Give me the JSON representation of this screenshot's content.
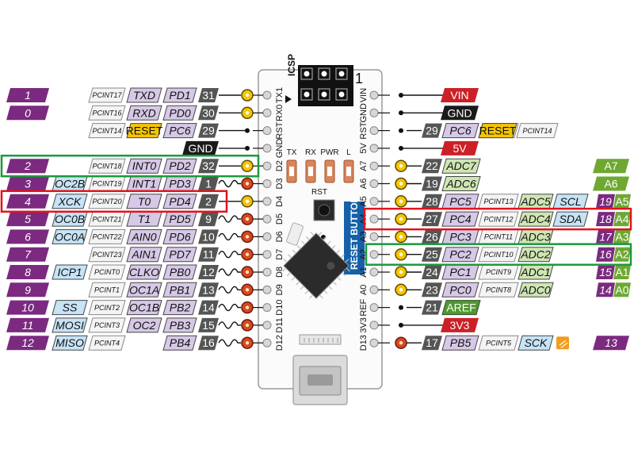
{
  "board": {
    "icsp": "ICSP",
    "icsp_pin1": "1",
    "reset_button": "RESET BUTTON",
    "rst": "RST",
    "leds": [
      "TX",
      "RX",
      "PWR",
      "L"
    ],
    "left_header": [
      "TX1",
      "RX0",
      "RST",
      "GND",
      "D2",
      "D3",
      "D4",
      "D5",
      "D6",
      "D7",
      "D8",
      "D9",
      "D10",
      "D11",
      "D12"
    ],
    "right_header": [
      "VIN",
      "GND",
      "RST",
      "5V",
      "A7",
      "A6",
      "A5",
      "A4",
      "A3",
      "A2",
      "A1",
      "A0",
      "REF",
      "3V3",
      "D13"
    ]
  },
  "left_rows": [
    {
      "num": "1",
      "fn": "",
      "pcint": "PCINT17",
      "alt": "TXD",
      "port": "PD1",
      "pin": "31",
      "cap": "yellow"
    },
    {
      "num": "0",
      "fn": "",
      "pcint": "PCINT16",
      "alt": "RXD",
      "port": "PD0",
      "pin": "30",
      "cap": "yellow"
    },
    {
      "num": "",
      "fn": "",
      "pcint": "PCINT14",
      "alt": "RESET",
      "port": "PC6",
      "pin": "29",
      "cap": "none"
    },
    {
      "num": "",
      "fn": "",
      "pcint": "",
      "alt": "",
      "port": "GND",
      "pin": "",
      "cap": "none"
    },
    {
      "num": "2",
      "fn": "",
      "pcint": "PCINT18",
      "alt": "INT0",
      "port": "PD2",
      "pin": "32",
      "cap": "yellow"
    },
    {
      "num": "3",
      "fn": "OC2B",
      "pcint": "PCINT19",
      "alt": "INT1",
      "port": "PD3",
      "pin": "1",
      "cap": "orange"
    },
    {
      "num": "4",
      "fn": "XCK",
      "pcint": "PCINT20",
      "alt": "T0",
      "port": "PD4",
      "pin": "2",
      "cap": "yellow"
    },
    {
      "num": "5",
      "fn": "OC0B",
      "pcint": "PCINT21",
      "alt": "T1",
      "port": "PD5",
      "pin": "9",
      "cap": "orange"
    },
    {
      "num": "6",
      "fn": "OC0A",
      "pcint": "PCINT22",
      "alt": "AIN0",
      "port": "PD6",
      "pin": "10",
      "cap": "orange"
    },
    {
      "num": "7",
      "fn": "",
      "pcint": "PCINT23",
      "alt": "AIN1",
      "port": "PD7",
      "pin": "11",
      "cap": "orange"
    },
    {
      "num": "8",
      "fn": "ICP1",
      "pcint": "PCINT0",
      "alt": "CLKO",
      "port": "PB0",
      "pin": "12",
      "cap": "orange"
    },
    {
      "num": "9",
      "fn": "",
      "pcint": "PCINT1",
      "alt": "OC1A",
      "port": "PB1",
      "pin": "13",
      "cap": "orange"
    },
    {
      "num": "10",
      "fn": "SS",
      "pcint": "PCINT2",
      "alt": "OC1B",
      "port": "PB2",
      "pin": "14",
      "cap": "orange"
    },
    {
      "num": "11",
      "fn": "MOSI",
      "pcint": "PCINT3",
      "alt": "OC2",
      "port": "PB3",
      "pin": "15",
      "cap": "orange"
    },
    {
      "num": "12",
      "fn": "MISO",
      "pcint": "PCINT4",
      "alt": "",
      "port": "PB4",
      "pin": "16",
      "cap": "orange"
    }
  ],
  "right_rows": [
    {
      "pin": "",
      "port": "VIN",
      "pcint": "",
      "adc": "",
      "extra": "",
      "adtag": "",
      "num": "",
      "cap": "none"
    },
    {
      "pin": "",
      "port": "GND",
      "pcint": "",
      "adc": "",
      "extra": "",
      "adtag": "",
      "num": "",
      "cap": "none"
    },
    {
      "pin": "29",
      "port": "PC6",
      "pcint": "PCINT14",
      "adc": "RESET",
      "extra": "",
      "adtag": "",
      "num": "",
      "cap": "none"
    },
    {
      "pin": "",
      "port": "5V",
      "pcint": "",
      "adc": "",
      "extra": "",
      "adtag": "",
      "num": "",
      "cap": "none"
    },
    {
      "pin": "22",
      "port": "",
      "pcint": "",
      "adc": "ADC7",
      "extra": "",
      "adtag": "A7",
      "num": "",
      "cap": "yellow"
    },
    {
      "pin": "19",
      "port": "",
      "pcint": "",
      "adc": "ADC6",
      "extra": "",
      "adtag": "A6",
      "num": "",
      "cap": "yellow"
    },
    {
      "pin": "28",
      "port": "PC5",
      "pcint": "PCINT13",
      "adc": "ADC5",
      "extra": "SCL",
      "adtag": "A5",
      "num": "19",
      "cap": "yellow"
    },
    {
      "pin": "27",
      "port": "PC4",
      "pcint": "PCINT12",
      "adc": "ADC4",
      "extra": "SDA",
      "adtag": "A4",
      "num": "18",
      "cap": "yellow"
    },
    {
      "pin": "26",
      "port": "PC3",
      "pcint": "PCINT11",
      "adc": "ADC3",
      "extra": "",
      "adtag": "A3",
      "num": "17",
      "cap": "yellow"
    },
    {
      "pin": "25",
      "port": "PC2",
      "pcint": "PCINT10",
      "adc": "ADC2",
      "extra": "",
      "adtag": "A2",
      "num": "16",
      "cap": "yellow"
    },
    {
      "pin": "24",
      "port": "PC1",
      "pcint": "PCINT9",
      "adc": "ADC1",
      "extra": "",
      "adtag": "A1",
      "num": "15",
      "cap": "yellow"
    },
    {
      "pin": "23",
      "port": "PC0",
      "pcint": "PCINT8",
      "adc": "ADC0",
      "extra": "",
      "adtag": "A0",
      "num": "14",
      "cap": "yellow"
    },
    {
      "pin": "21",
      "port": "",
      "pcint": "",
      "adc": "AREF",
      "extra": "",
      "adtag": "",
      "num": "",
      "cap": "none"
    },
    {
      "pin": "",
      "port": "3V3",
      "pcint": "",
      "adc": "",
      "extra": "",
      "adtag": "",
      "num": "",
      "cap": "none"
    },
    {
      "pin": "17",
      "port": "PB5",
      "pcint": "PCINT5",
      "adc": "",
      "extra": "SCK",
      "adtag": "",
      "num": "13",
      "cap": "orange"
    }
  ],
  "highlights": [
    {
      "side": "left",
      "row": 4,
      "color": "#1a9a3c"
    },
    {
      "side": "left",
      "row": 6,
      "color": "#e0141e"
    },
    {
      "side": "right",
      "row": 7,
      "color": "#e0141e"
    },
    {
      "side": "right",
      "row": 9,
      "color": "#1a9a3c"
    }
  ],
  "colors": {
    "purple": "#7b2a80",
    "green": "#6ea832",
    "black": "#1a1a1a",
    "red": "#cc2027",
    "yellow": "#f6c500",
    "gray": "#555555",
    "pinkTag": "#d6c8e6",
    "blueTag": "#c7e3f6",
    "pcintTag": "#f4f4f4",
    "greenTag": "#cfe6b4",
    "greenHeavy": "#4c9a2a",
    "icspBlue": "#1560a8"
  }
}
